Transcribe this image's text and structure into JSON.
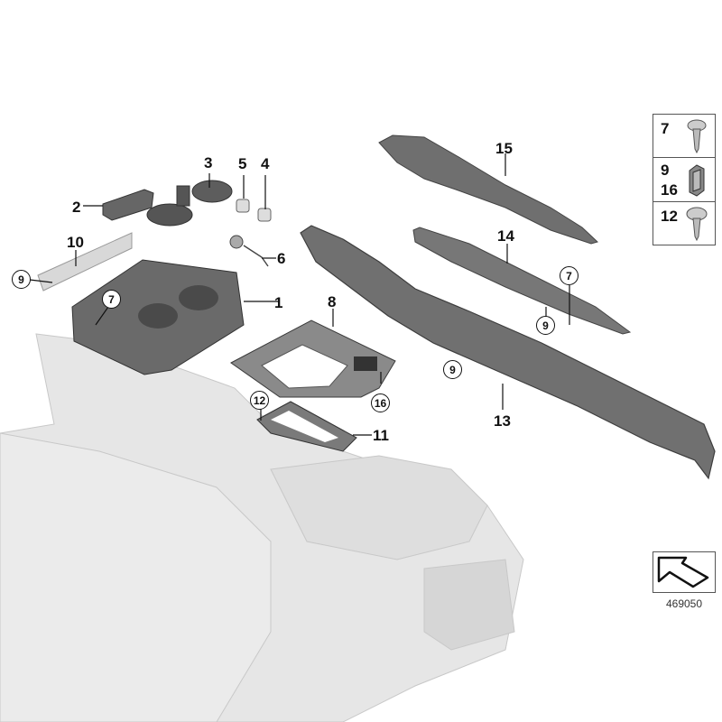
{
  "diagram": {
    "type": "exploded parts diagram",
    "subject": "center console trim and cup holder assembly",
    "callouts": [
      {
        "id": "1",
        "part": "cup holder insert"
      },
      {
        "id": "2",
        "part": "storage tray"
      },
      {
        "id": "3",
        "part": "cup holder base mats"
      },
      {
        "id": "4",
        "part": "socket cap"
      },
      {
        "id": "5",
        "part": "socket cap"
      },
      {
        "id": "6",
        "part": "socket with cable"
      },
      {
        "id": "7",
        "part": "screw"
      },
      {
        "id": "8",
        "part": "gear selector trim cover"
      },
      {
        "id": "9",
        "part": "clip"
      },
      {
        "id": "10",
        "part": "decor strip"
      },
      {
        "id": "11",
        "part": "trim frame"
      },
      {
        "id": "12",
        "part": "screw"
      },
      {
        "id": "13",
        "part": "side trim panel"
      },
      {
        "id": "14",
        "part": "trim strip"
      },
      {
        "id": "15",
        "part": "upper side trim"
      },
      {
        "id": "16",
        "part": "clip"
      }
    ],
    "labels": {
      "l1": "1",
      "l2": "2",
      "l3": "3",
      "l4": "4",
      "l5": "5",
      "l6": "6",
      "l8": "8",
      "l10": "10",
      "l11": "11",
      "l13": "13",
      "l14": "14",
      "l15": "15",
      "c7a": "7",
      "c7b": "7",
      "c9a": "9",
      "c9b": "9",
      "c9c": "9",
      "c12": "12",
      "c16": "16"
    },
    "legend": [
      {
        "nums": [
          "7"
        ],
        "icon": "screw-icon"
      },
      {
        "nums": [
          "9",
          "16"
        ],
        "icon": "clip-icon"
      },
      {
        "nums": [
          "12"
        ],
        "icon": "screw-icon"
      }
    ],
    "reference_number": "469050"
  }
}
